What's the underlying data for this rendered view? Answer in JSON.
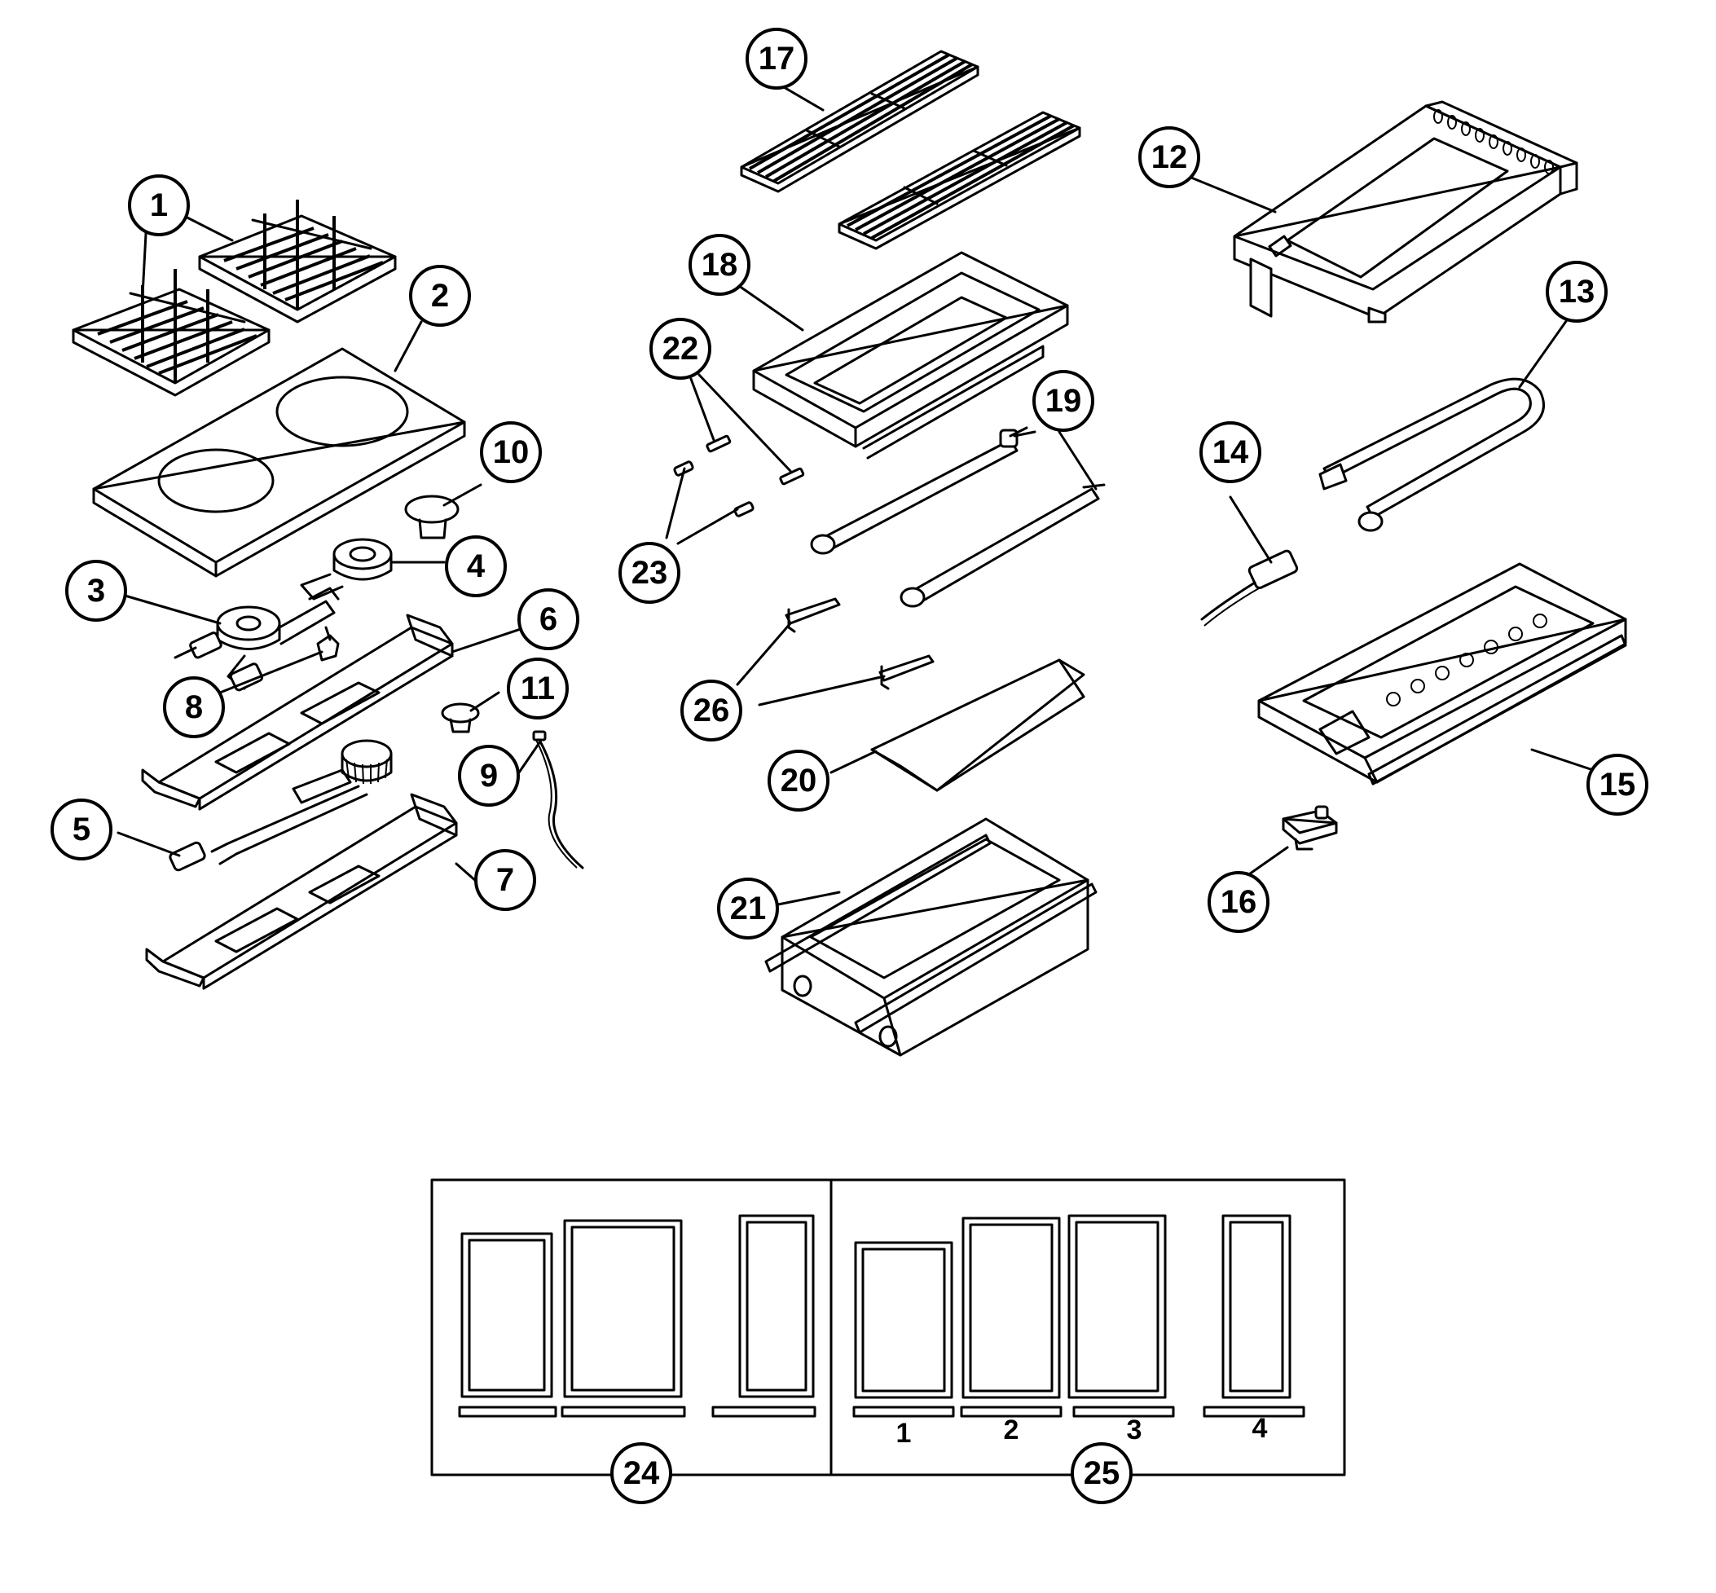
{
  "callouts": [
    {
      "id": "c1",
      "label": "1"
    },
    {
      "id": "c2",
      "label": "2"
    },
    {
      "id": "c3",
      "label": "3"
    },
    {
      "id": "c4",
      "label": "4"
    },
    {
      "id": "c5",
      "label": "5"
    },
    {
      "id": "c6",
      "label": "6"
    },
    {
      "id": "c7",
      "label": "7"
    },
    {
      "id": "c8",
      "label": "8"
    },
    {
      "id": "c9",
      "label": "9"
    },
    {
      "id": "c10",
      "label": "10"
    },
    {
      "id": "c11",
      "label": "11"
    },
    {
      "id": "c12",
      "label": "12"
    },
    {
      "id": "c13",
      "label": "13"
    },
    {
      "id": "c14",
      "label": "14"
    },
    {
      "id": "c15",
      "label": "15"
    },
    {
      "id": "c16",
      "label": "16"
    },
    {
      "id": "c17",
      "label": "17"
    },
    {
      "id": "c18",
      "label": "18"
    },
    {
      "id": "c19",
      "label": "19"
    },
    {
      "id": "c20",
      "label": "20"
    },
    {
      "id": "c21",
      "label": "21"
    },
    {
      "id": "c22",
      "label": "22"
    },
    {
      "id": "c23",
      "label": "23"
    },
    {
      "id": "c24",
      "label": "24"
    },
    {
      "id": "c25",
      "label": "25"
    },
    {
      "id": "c26",
      "label": "26"
    }
  ],
  "panel_25_sublabels": [
    "1",
    "2",
    "3",
    "4"
  ]
}
